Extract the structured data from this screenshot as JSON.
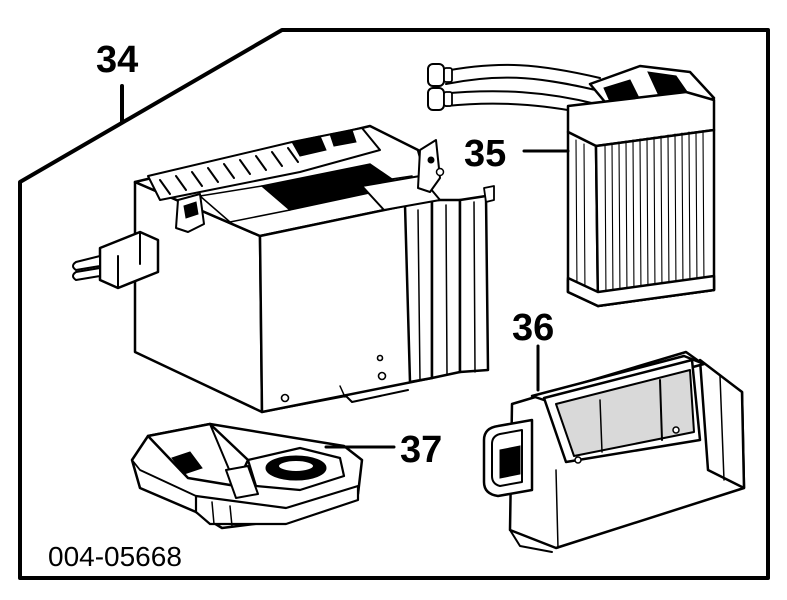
{
  "callouts": {
    "item_34": "34",
    "item_35": "35",
    "item_36": "36",
    "item_37": "37"
  },
  "document_number": "004-05668",
  "colors": {
    "ink": "#000000",
    "paper": "#ffffff",
    "shade": "#d9d9d9"
  }
}
